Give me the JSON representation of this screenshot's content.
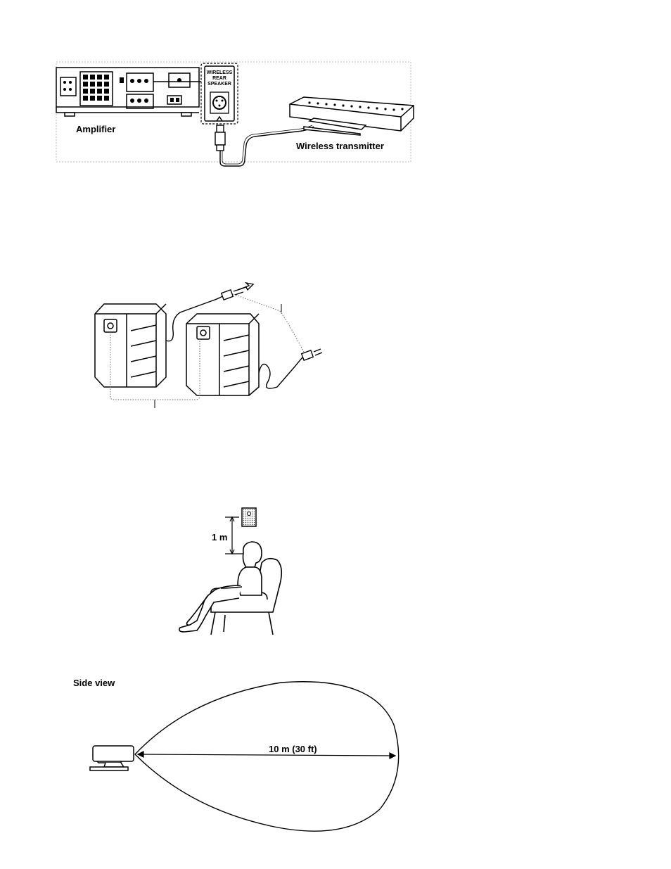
{
  "figure1": {
    "amplifier_label": "Amplifier",
    "transmitter_label": "Wireless transmitter",
    "jack_text": [
      "WIRELESS",
      "REAR",
      "SPEAKER"
    ]
  },
  "figure3": {
    "height_label": "1 m"
  },
  "figure4": {
    "title": "Side view",
    "range_label": "10 m (30 ft)"
  }
}
